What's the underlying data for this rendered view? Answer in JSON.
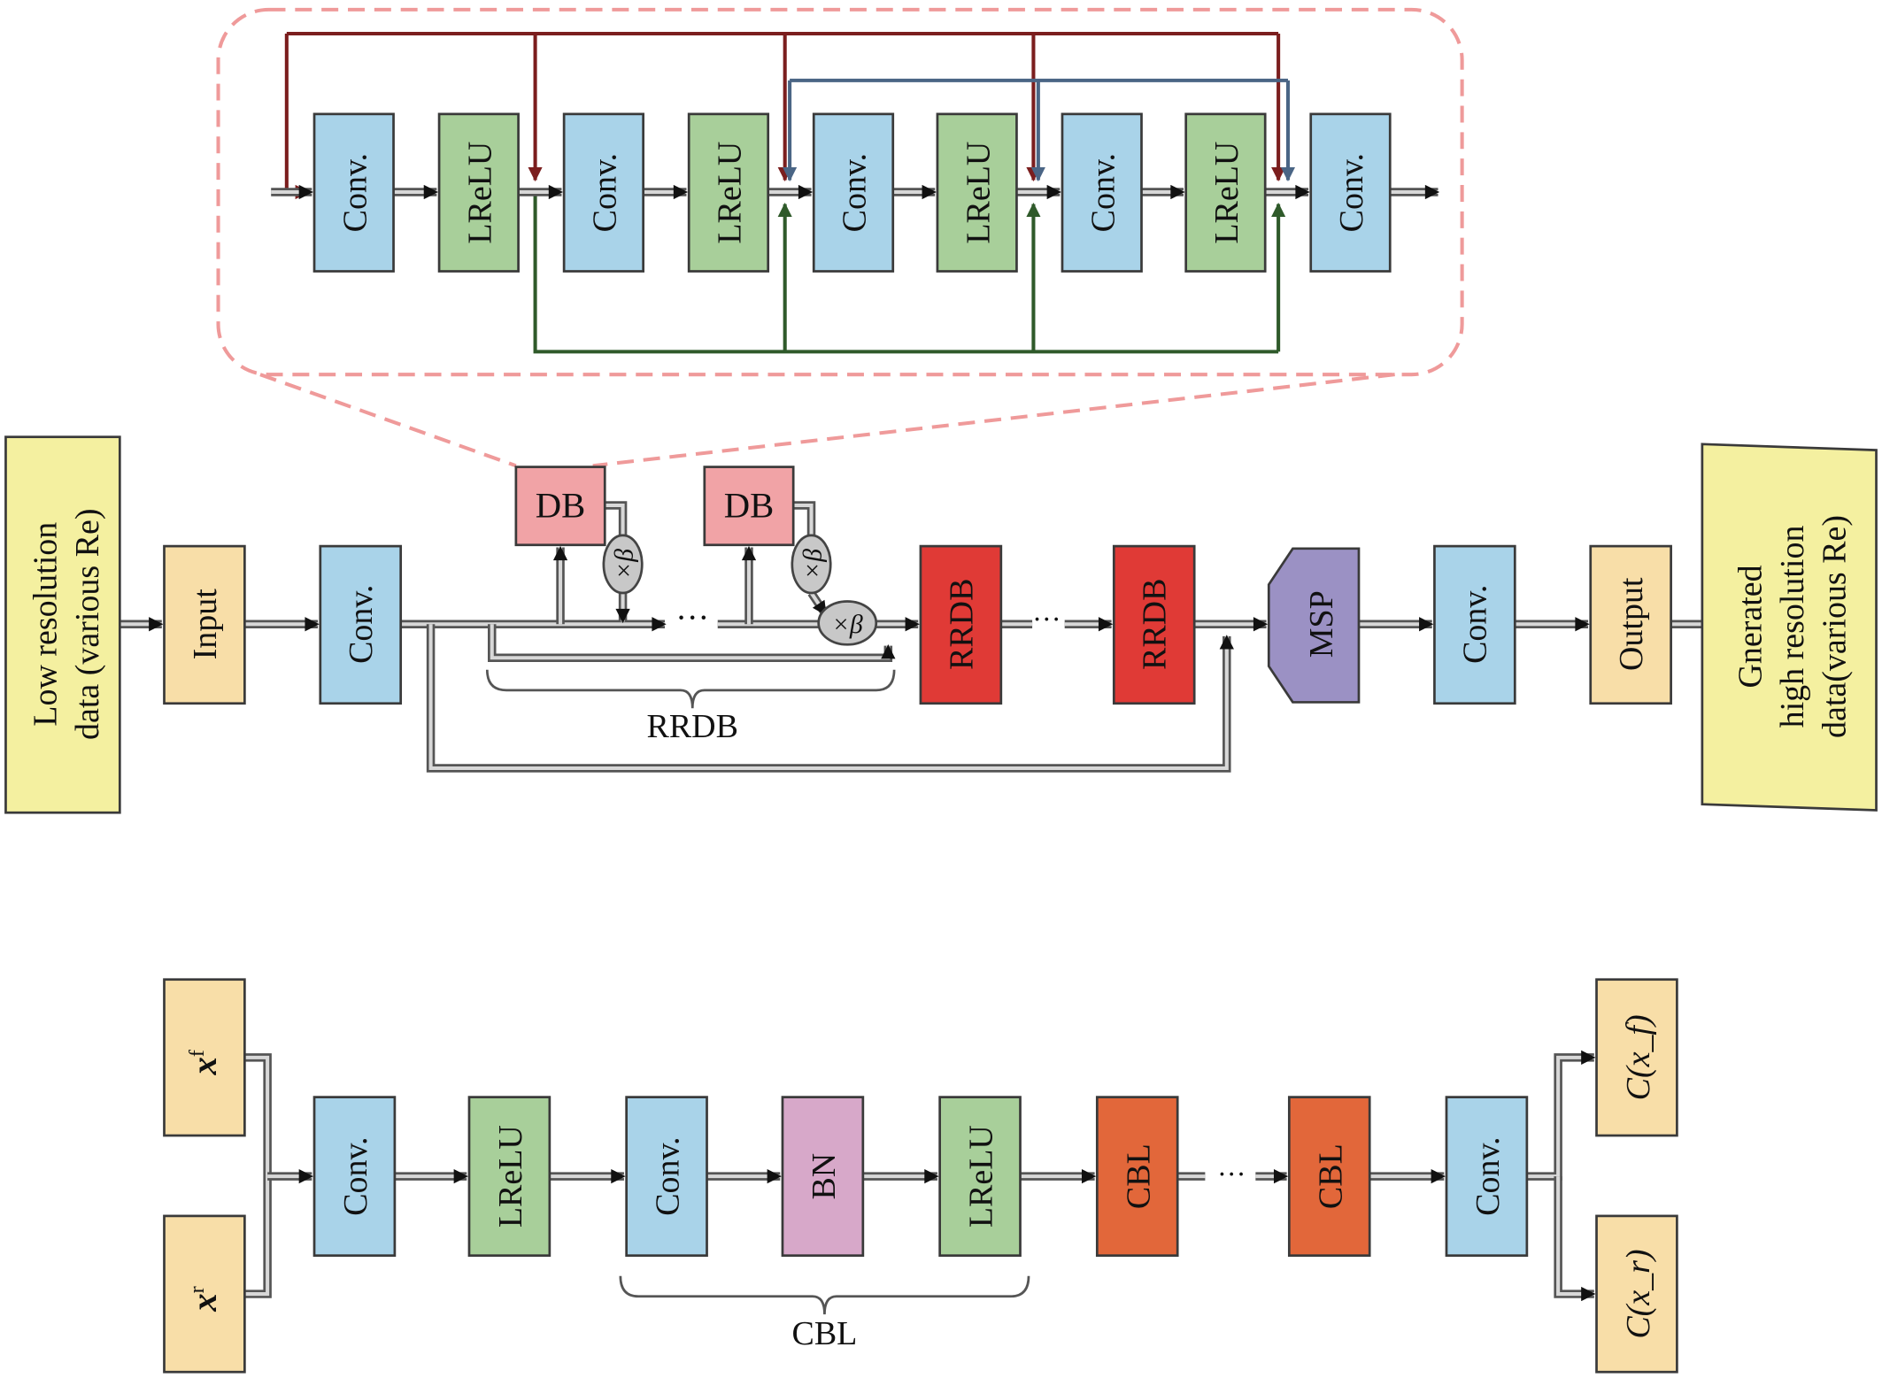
{
  "colors": {
    "conv": "#a9d3e9",
    "lrelu": "#a8cf9a",
    "db": "#f1a3a6",
    "rrdb": "#e03a36",
    "msp": "#9b91c4",
    "io": "#f8dea8",
    "data": "#f4f0a0",
    "bn": "#d7a8c9",
    "cbl": "#e2673a",
    "beta": "#c8c8c8"
  },
  "dense_block": {
    "blocks": [
      "Conv.",
      "LReLU",
      "Conv.",
      "LReLU",
      "Conv.",
      "LReLU",
      "Conv.",
      "LReLU",
      "Conv."
    ]
  },
  "generator": {
    "input_data_line1": "Low resolution",
    "input_data_line2": "data (various Re)",
    "input_label": "Input",
    "conv1": "Conv.",
    "db1": "DB",
    "db2": "DB",
    "beta": "×β",
    "ellipsis": "···",
    "rrdb_brace_label": "RRDB",
    "rrdb1": "RRDB",
    "rrdb2": "RRDB",
    "msp": "MSP",
    "conv2": "Conv.",
    "output_label": "Output",
    "output_data_line1": "Gnerated",
    "output_data_line2": "high resolution",
    "output_data_line3": "data(various Re)"
  },
  "discriminator": {
    "xf": "x_f",
    "xr": "x_r",
    "xf_main": "x",
    "xf_sub": "f",
    "xr_main": "x",
    "xr_sub": "r",
    "conv1": "Conv.",
    "lrelu1": "LReLU",
    "conv2": "Conv.",
    "bn": "BN",
    "lrelu2": "LReLU",
    "cbl_brace_label": "CBL",
    "cbl1": "CBL",
    "cbl2": "CBL",
    "conv3": "Conv.",
    "cxf": "C(x_f)",
    "cxr": "C(x_r)"
  }
}
